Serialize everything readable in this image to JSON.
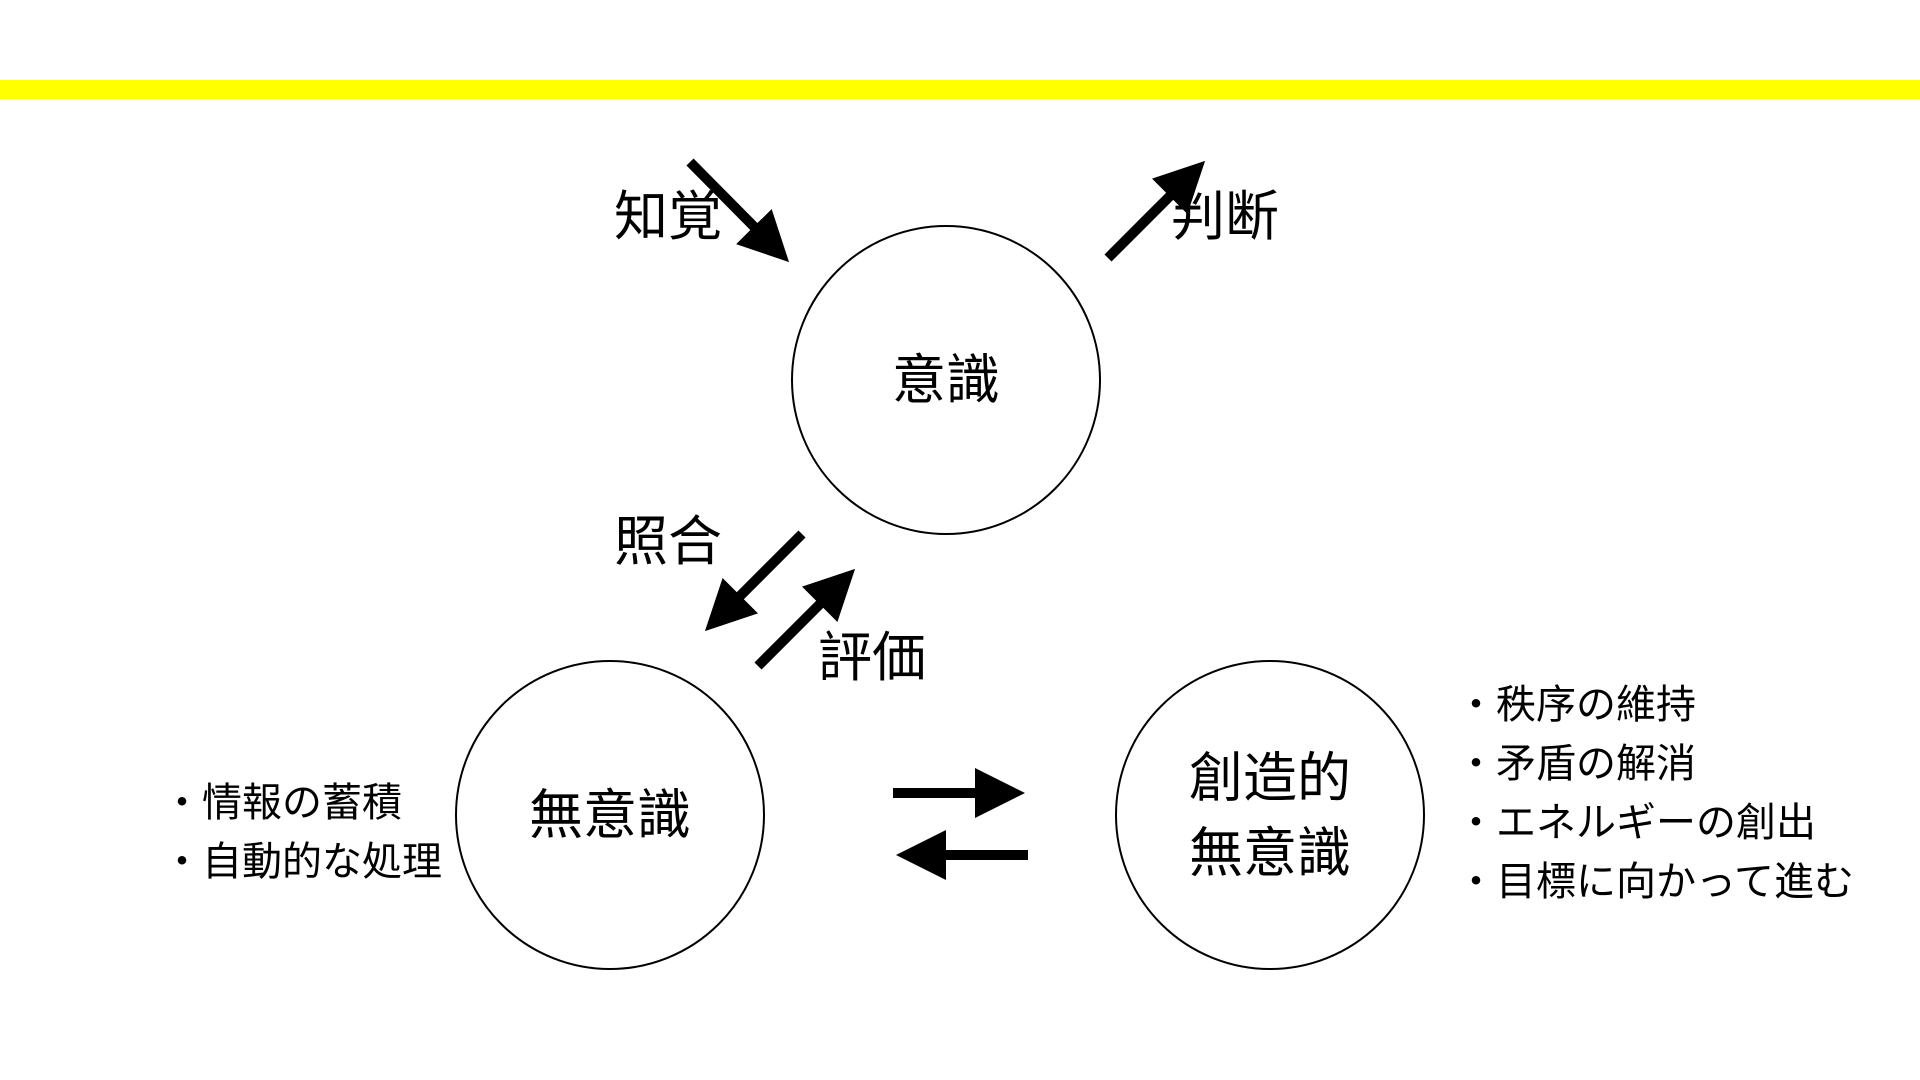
{
  "colors": {
    "accent_bar": "#ffff00",
    "stroke": "#000000",
    "background": "#ffffff"
  },
  "nodes": {
    "conscious": {
      "label": "意識"
    },
    "unconscious": {
      "label": "無意識"
    },
    "creative": {
      "label_line1": "創造的",
      "label_line2": "無意識"
    }
  },
  "arrows": {
    "perception": "知覚",
    "judgment": "判断",
    "matching": "照合",
    "evaluation": "評価"
  },
  "unconscious_notes": [
    "・情報の蓄積",
    "・自動的な処理"
  ],
  "creative_notes": [
    "・秩序の維持",
    "・矛盾の解消",
    "・エネルギーの創出",
    "・目標に向かって進む"
  ]
}
